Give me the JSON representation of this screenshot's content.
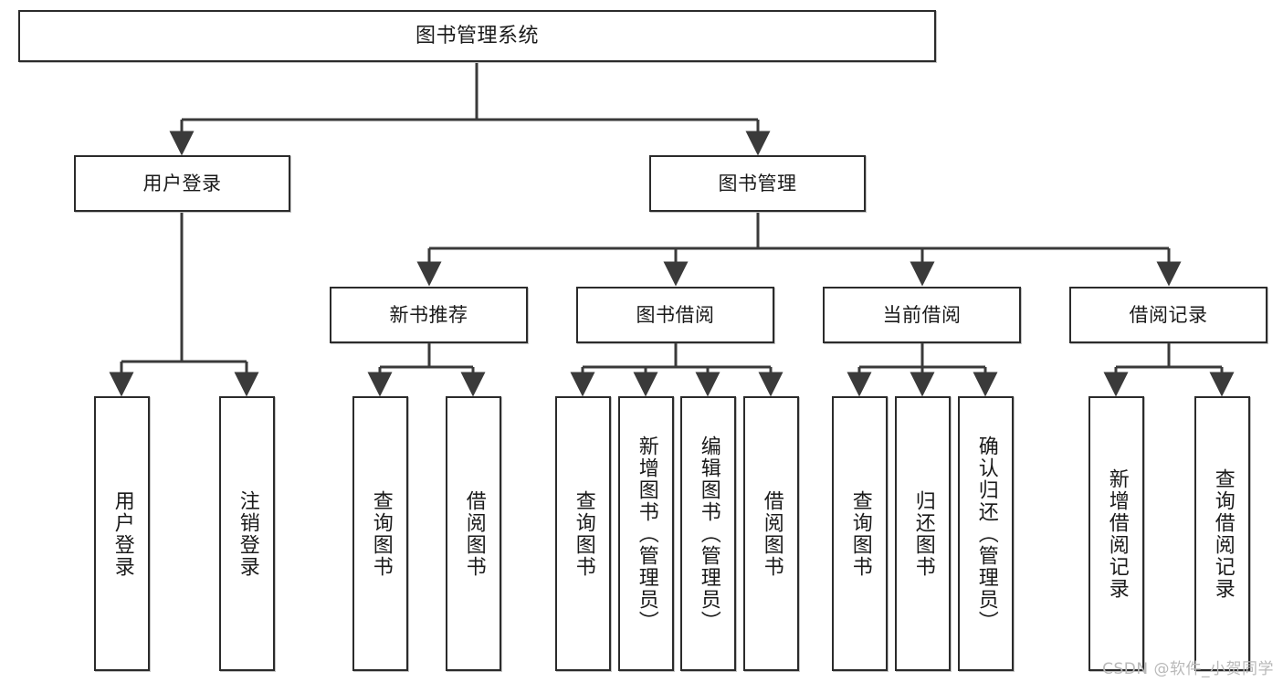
{
  "diagram": {
    "title": "图书管理系统",
    "type": "tree-hierarchy",
    "watermark": "CSDN @软件_小贺同学",
    "colors": {
      "node_border": "#2b2b2b",
      "node_fill": "#ffffff",
      "edge": "#3a3a3a",
      "text": "#1a1a1a",
      "watermark": "#b9b9b9"
    }
  },
  "nodes": {
    "root": {
      "label": "图书管理系统"
    },
    "level2": [
      {
        "id": "user-login",
        "label": "用户登录"
      },
      {
        "id": "book-manage",
        "label": "图书管理"
      }
    ],
    "level3": [
      {
        "id": "new-book-recommend",
        "label": "新书推荐"
      },
      {
        "id": "book-borrow",
        "label": "图书借阅"
      },
      {
        "id": "current-borrow",
        "label": "当前借阅"
      },
      {
        "id": "borrow-record",
        "label": "借阅记录"
      }
    ],
    "leaves": {
      "user_login": [
        {
          "id": "leaf-user-login",
          "label": "用户登录"
        },
        {
          "id": "leaf-logout",
          "label": "注销登录"
        }
      ],
      "new_book_recommend": [
        {
          "id": "leaf-query-book-1",
          "label": "查询图书"
        },
        {
          "id": "leaf-borrow-book-1",
          "label": "借阅图书"
        }
      ],
      "book_borrow": [
        {
          "id": "leaf-query-book-2",
          "label": "查询图书"
        },
        {
          "id": "leaf-add-book",
          "label": "新增图书（管理员）"
        },
        {
          "id": "leaf-edit-book",
          "label": "编辑图书（管理员）"
        },
        {
          "id": "leaf-borrow-book-2",
          "label": "借阅图书"
        }
      ],
      "current_borrow": [
        {
          "id": "leaf-query-book-3",
          "label": "查询图书"
        },
        {
          "id": "leaf-return-book",
          "label": "归还图书"
        },
        {
          "id": "leaf-confirm-return",
          "label": "确认归还（管理员）"
        }
      ],
      "borrow_record": [
        {
          "id": "leaf-add-record",
          "label": "新增借阅记录"
        },
        {
          "id": "leaf-query-record",
          "label": "查询借阅记录"
        }
      ]
    }
  },
  "edges": [
    {
      "from": "图书管理系统",
      "to": "用户登录"
    },
    {
      "from": "图书管理系统",
      "to": "图书管理"
    },
    {
      "from": "图书管理",
      "to": "新书推荐"
    },
    {
      "from": "图书管理",
      "to": "图书借阅"
    },
    {
      "from": "图书管理",
      "to": "当前借阅"
    },
    {
      "from": "图书管理",
      "to": "借阅记录"
    },
    {
      "from": "用户登录",
      "to": "用户登录"
    },
    {
      "from": "用户登录",
      "to": "注销登录"
    },
    {
      "from": "新书推荐",
      "to": "查询图书"
    },
    {
      "from": "新书推荐",
      "to": "借阅图书"
    },
    {
      "from": "图书借阅",
      "to": "查询图书"
    },
    {
      "from": "图书借阅",
      "to": "新增图书（管理员）"
    },
    {
      "from": "图书借阅",
      "to": "编辑图书（管理员）"
    },
    {
      "from": "图书借阅",
      "to": "借阅图书"
    },
    {
      "from": "当前借阅",
      "to": "查询图书"
    },
    {
      "from": "当前借阅",
      "to": "归还图书"
    },
    {
      "from": "当前借阅",
      "to": "确认归还（管理员）"
    },
    {
      "from": "借阅记录",
      "to": "新增借阅记录"
    },
    {
      "from": "借阅记录",
      "to": "查询借阅记录"
    }
  ]
}
